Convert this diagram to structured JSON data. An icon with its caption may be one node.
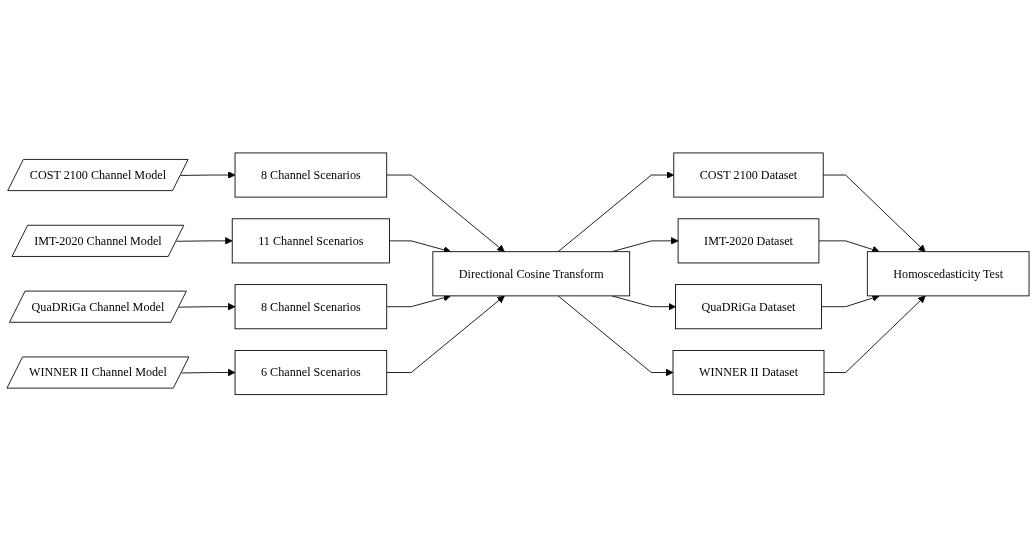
{
  "diagram": {
    "nodes": [
      {
        "text": [
          "COST 2100 Channel Model"
        ]
      },
      {
        "text": [
          "8 Channel Scenarios"
        ]
      },
      {
        "text": [
          "IMT-2020 Channel Model"
        ]
      },
      {
        "text": [
          "11 Channel Scenarios"
        ]
      },
      {
        "text": [
          "QuaDRiGa Channel Model"
        ]
      },
      {
        "text": [
          "8 Channel Scenarios"
        ]
      },
      {
        "text": [
          "WINNER II Channel Model"
        ]
      },
      {
        "text": [
          "6 Channel Scenarios"
        ]
      },
      {
        "text": [
          "Directional Cosine Transform"
        ]
      },
      {
        "text": [
          "COST 2100 Dataset"
        ]
      },
      {
        "text": [
          "IMT-2020 Dataset"
        ]
      },
      {
        "text": [
          "QuaDRiGa Dataset"
        ]
      },
      {
        "text": [
          "WINNER II Dataset"
        ]
      },
      {
        "text": [
          "Homoscedasticity Test"
        ]
      }
    ],
    "edges": [
      {
        "from": 0,
        "to": 1,
        "arrow": "to"
      },
      {
        "from": 2,
        "to": 3,
        "arrow": "to"
      },
      {
        "from": 4,
        "to": 5,
        "arrow": "to"
      },
      {
        "from": 6,
        "to": 7,
        "arrow": "to"
      },
      {
        "from": 1,
        "to": 8,
        "arrow": "to"
      },
      {
        "from": 3,
        "to": 8,
        "arrow": "to"
      },
      {
        "from": 5,
        "to": 8,
        "arrow": "to"
      },
      {
        "from": 7,
        "to": 8,
        "arrow": "to"
      },
      {
        "from": 8,
        "to": 9,
        "arrow": "to"
      },
      {
        "from": 8,
        "to": 10,
        "arrow": "to"
      },
      {
        "from": 8,
        "to": 11,
        "arrow": "to"
      },
      {
        "from": 8,
        "to": 12,
        "arrow": "to"
      },
      {
        "from": 9,
        "to": 13,
        "arrow": "to"
      },
      {
        "from": 10,
        "to": 13,
        "arrow": "to"
      },
      {
        "from": 11,
        "to": 13,
        "arrow": "to"
      },
      {
        "from": 12,
        "to": 13,
        "arrow": "to"
      }
    ]
  }
}
